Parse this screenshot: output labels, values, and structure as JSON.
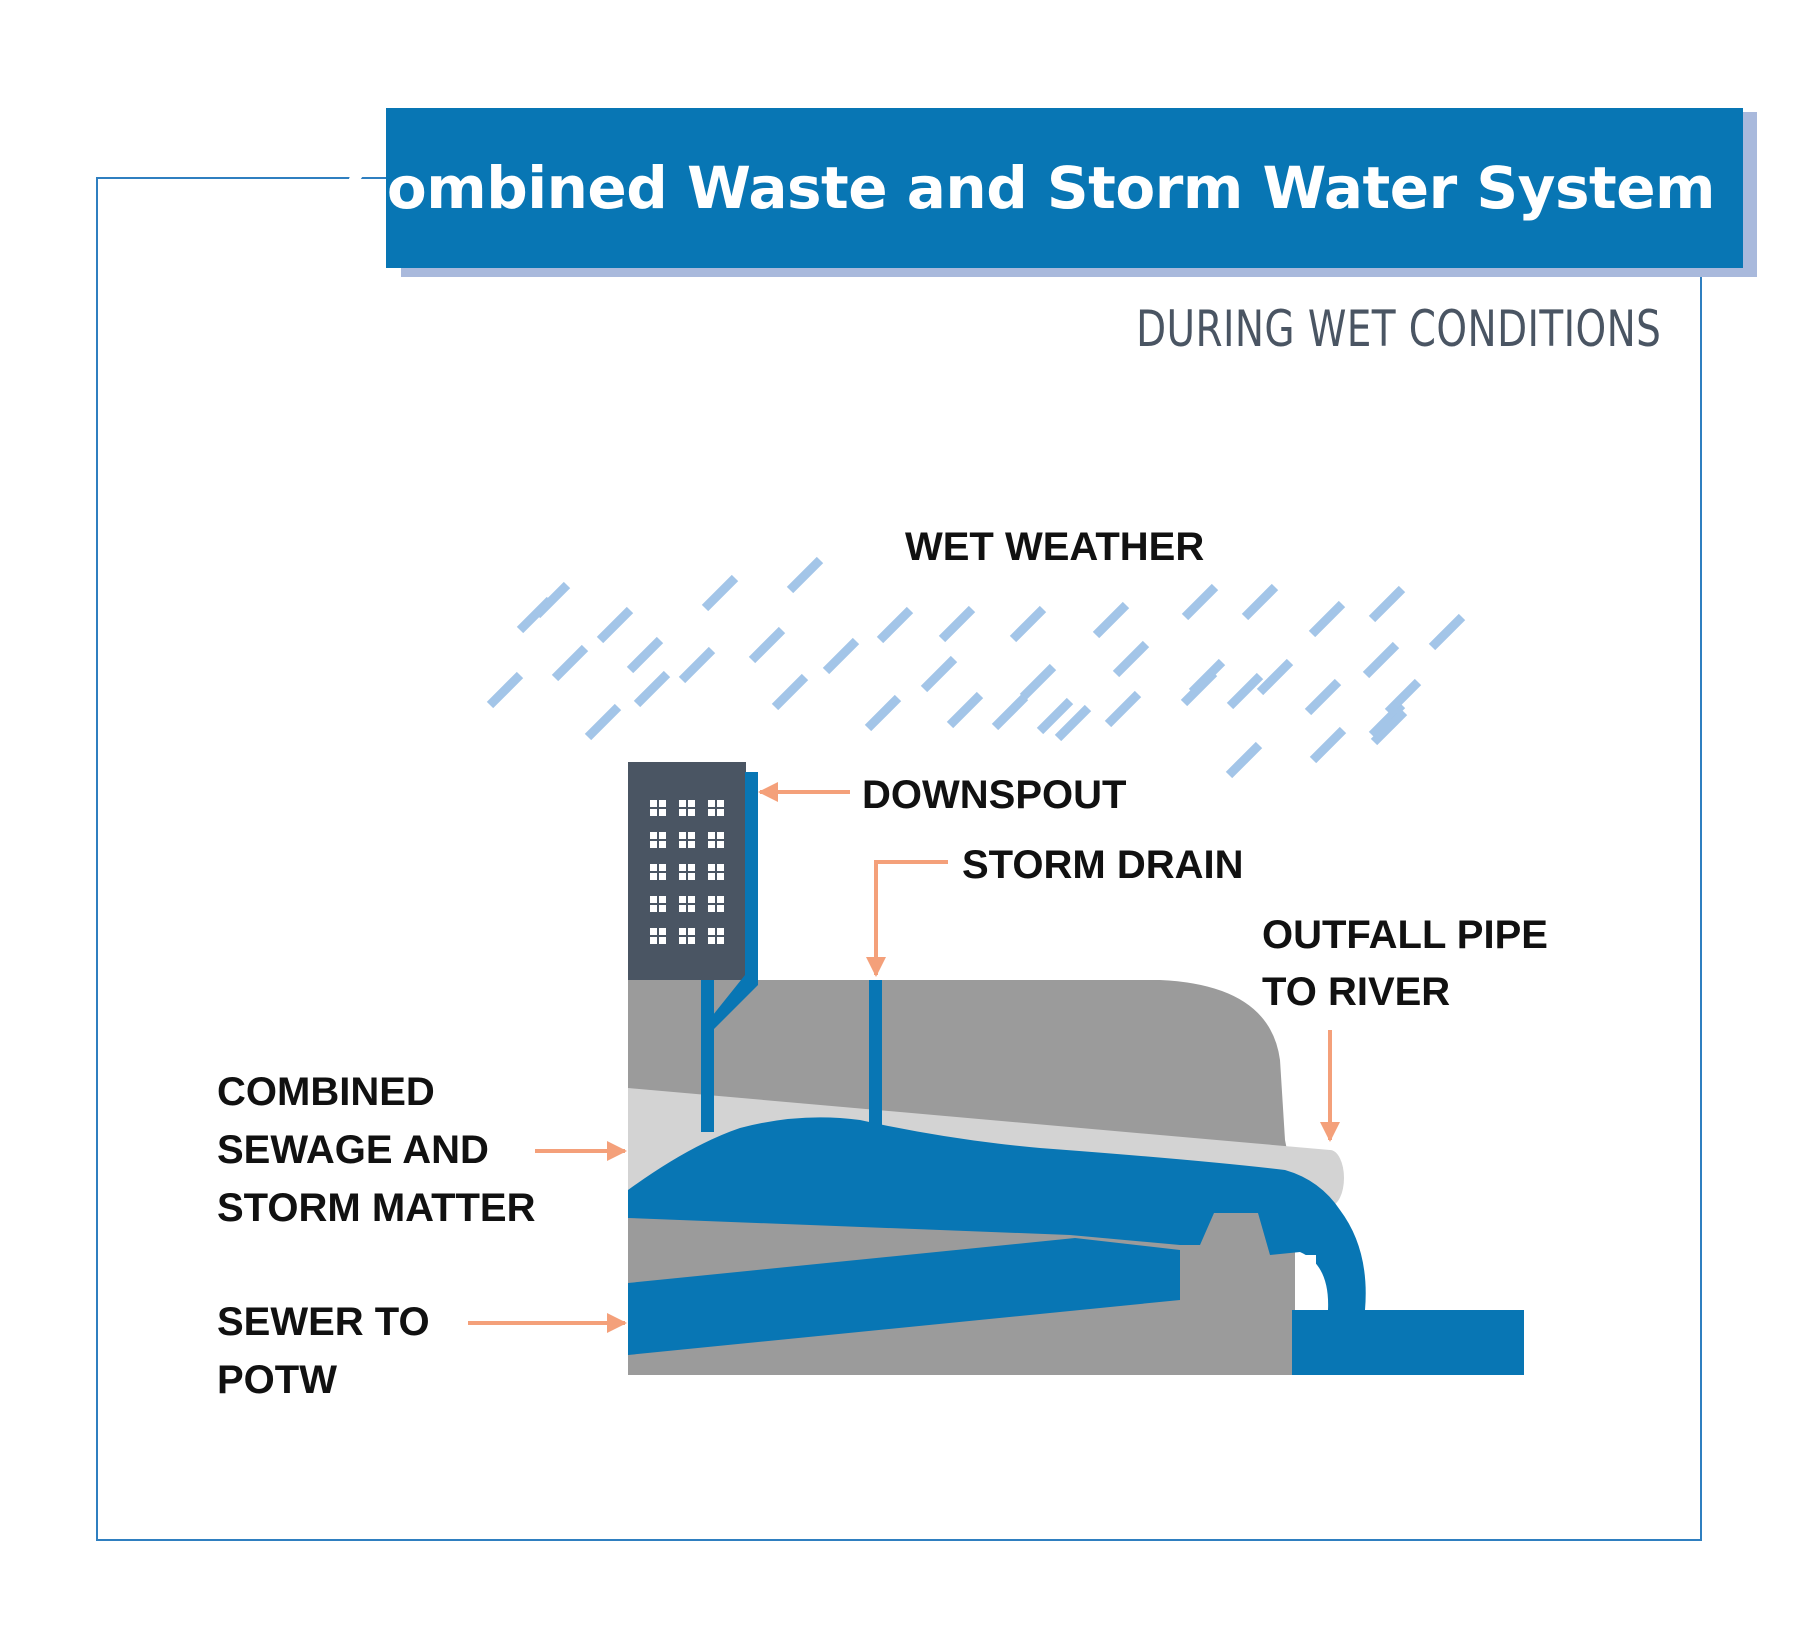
{
  "title": "Combined Waste and Storm Water System",
  "subtitle": "DURING WET CONDITIONS",
  "labels": {
    "wet_weather": "WET WEATHER",
    "downspout": "DOWNSPOUT",
    "storm_drain": "STORM DRAIN",
    "outfall_line1": "OUTFALL PIPE",
    "outfall_line2": "TO RIVER",
    "combined_line1": "COMBINED",
    "combined_line2": "SEWAGE AND",
    "combined_line3": "STORM MATTER",
    "sewer_line1": "SEWER TO",
    "sewer_line2": "POTW"
  },
  "colors": {
    "brand_blue": "#0876b4",
    "title_shadow": "#a9b9dc",
    "rain": "#a3c5e8",
    "ground": "#9b9b9b",
    "pipe_light": "#d3d3d3",
    "building": "#4a5563",
    "arrow": "#f4a07a"
  }
}
